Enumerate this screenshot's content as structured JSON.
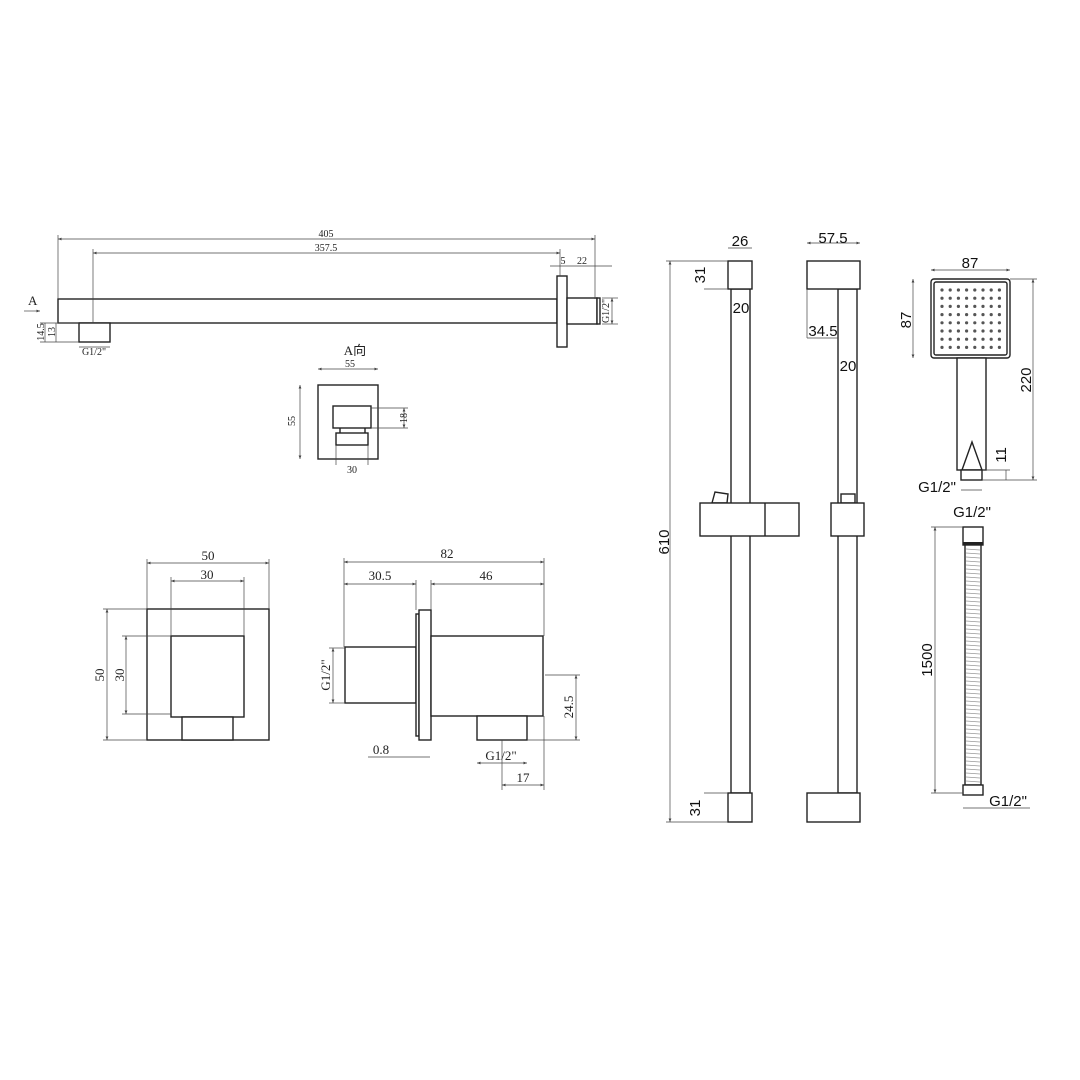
{
  "shower_arm": {
    "overall": "405",
    "arm": "357.5",
    "flange": "5",
    "thread_len": "22",
    "thread_end": "G1/2\"",
    "outlet_h1": "14.5",
    "outlet_h2": "13",
    "outlet_thread": "G1/2\"",
    "view_marker": "A"
  },
  "view_a": {
    "title": "A向",
    "width": "55",
    "height": "55",
    "inner_h": "18",
    "inner_w": "30"
  },
  "wall_outlet_front": {
    "width": "50",
    "inner_width": "30",
    "height": "50",
    "inner_height": "30"
  },
  "wall_outlet_side": {
    "overall": "82",
    "inlet_len": "30.5",
    "body_len": "46",
    "inlet_thread": "G1/2\"",
    "outlet_h": "24.5",
    "plate": "0.8",
    "outlet_thread": "G1/2\"",
    "outlet_offset": "17"
  },
  "slide_rail_front": {
    "total": "610",
    "cap_w": "26",
    "cap_h_top": "31",
    "tube": "20",
    "cap_h_bottom": "31"
  },
  "slide_rail_side": {
    "cap_depth": "57.5",
    "offset": "34.5",
    "tube": "20"
  },
  "hand_shower": {
    "head_w": "87",
    "head_h": "87",
    "length": "220",
    "nozzle": "11",
    "thread": "G1/2\""
  },
  "hose": {
    "thread_top": "G1/2\"",
    "length": "1500",
    "thread_bottom": "G1/2\""
  }
}
